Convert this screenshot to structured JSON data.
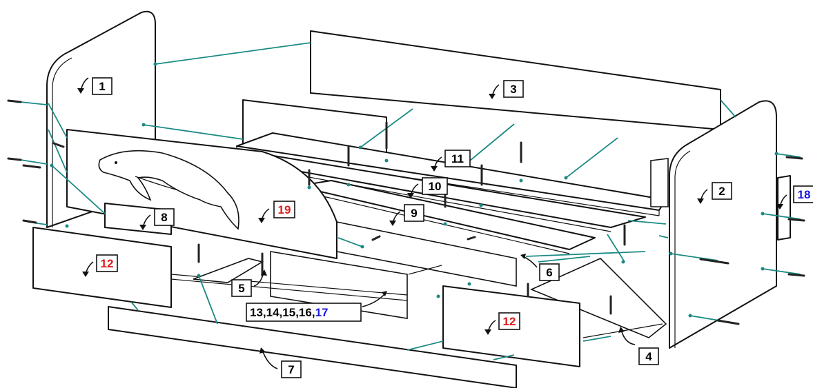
{
  "palette": {
    "line": "#111111",
    "connector": "#1a8a84",
    "label_black": "#000000",
    "label_red": "#e01a1a",
    "label_blue": "#1a1ae0"
  },
  "labels": {
    "p1": "1",
    "p2": "2",
    "p3": "3",
    "p4": "4",
    "p5": "5",
    "p6": "6",
    "p7": "7",
    "p8": "8",
    "p9": "9",
    "p10": "10",
    "p11": "11",
    "p12a": "12",
    "p12b": "12",
    "p18": "18",
    "p19": "19",
    "fittings": [
      "13,",
      "14,",
      "15,",
      "16,",
      "17"
    ]
  },
  "label_colors": {
    "p12a": "#e01a1a",
    "p12b": "#e01a1a",
    "p19": "#e01a1a",
    "p18": "#1a1ae0",
    "fittings_last": "#1a1ae0"
  }
}
